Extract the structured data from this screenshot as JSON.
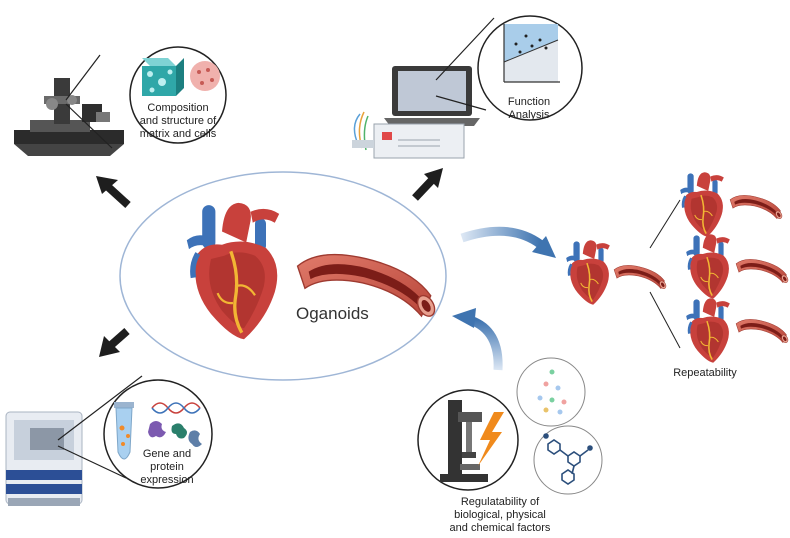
{
  "center": {
    "title": "Oganoids"
  },
  "labels": {
    "composition": [
      "Composition",
      "and structure of",
      "matrix and cells"
    ],
    "function": [
      "Function",
      "Analysis"
    ],
    "gene": [
      "Gene and",
      "protein",
      "expression"
    ],
    "repeatability": "Repeatability",
    "regulatability": [
      "Regulatability of",
      "biological, physical",
      "and chemical factors"
    ]
  },
  "colors": {
    "ellipse_fill": "#ffffff",
    "ellipse_stroke": "#9fb6d6",
    "arrow_dark": "#1e1e1e",
    "arrow_blue": "#4a7fb8",
    "heart_red": "#c8413c",
    "heart_blue": "#3d72b8",
    "vessel_red": "#c4594a",
    "vessel_inner": "#8a1f1a",
    "lightning": "#f08a1c",
    "magnifier_stroke": "#222222"
  },
  "icons": [
    "microscope-icon",
    "laptop-device-icon",
    "sequencer-icon",
    "bioprinter-icon",
    "heart-icon",
    "vessel-icon",
    "lightning-icon",
    "molecule-icon",
    "dna-icon",
    "protein-icon",
    "tube-icon"
  ]
}
